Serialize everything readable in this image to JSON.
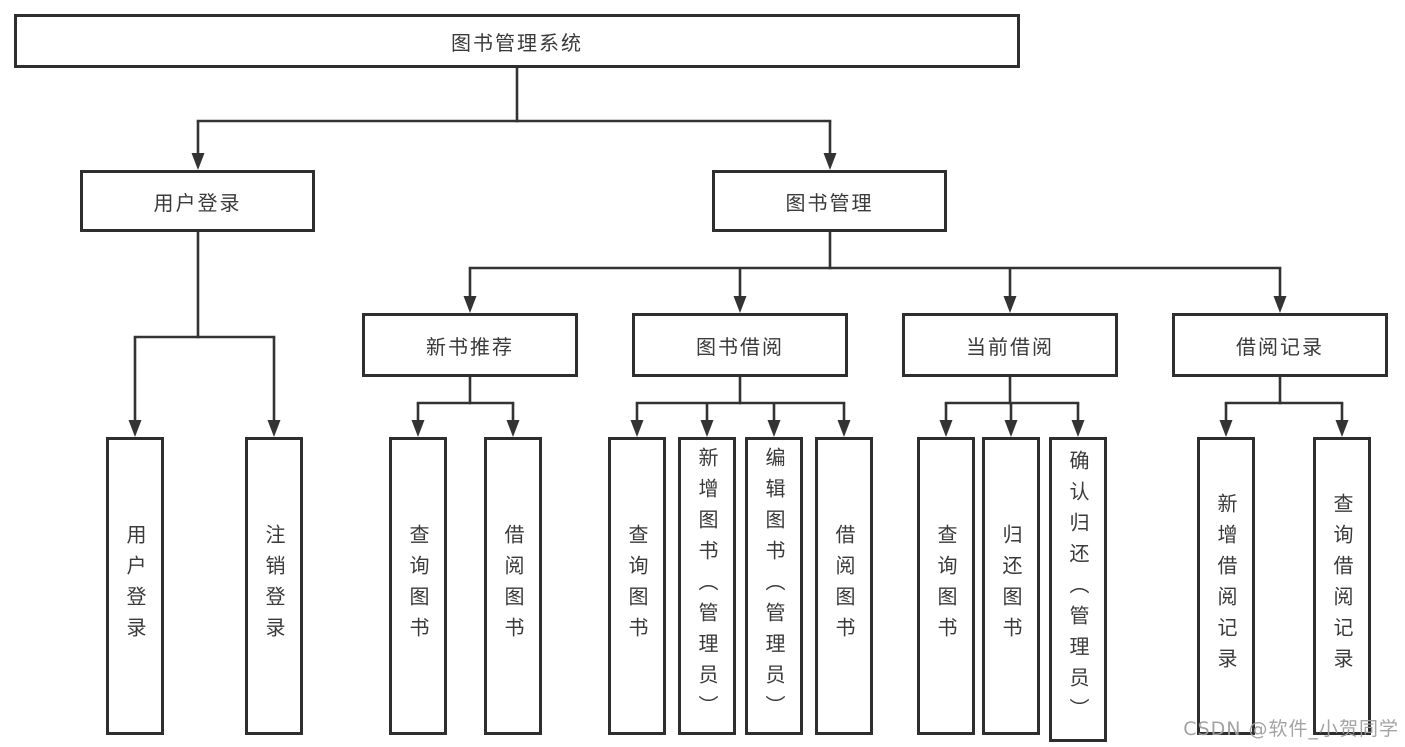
{
  "diagram": {
    "title": "图书管理系统",
    "root": {
      "label": "图书管理系统"
    },
    "level2": [
      {
        "label": "用户登录"
      },
      {
        "label": "图书管理"
      }
    ],
    "level3": [
      {
        "label": "新书推荐"
      },
      {
        "label": "图书借阅"
      },
      {
        "label": "当前借阅"
      },
      {
        "label": "借阅记录"
      }
    ],
    "leaves": {
      "user_login": [
        {
          "label": "用户登录"
        },
        {
          "label": "注销登录"
        }
      ],
      "new_book": [
        {
          "label": "查询图书"
        },
        {
          "label": "借阅图书"
        }
      ],
      "borrow": [
        {
          "label": "查询图书"
        },
        {
          "label": "新增图书（管理员）"
        },
        {
          "label": "编辑图书（管理员）"
        },
        {
          "label": "借阅图书"
        }
      ],
      "current": [
        {
          "label": "查询图书"
        },
        {
          "label": "归还图书"
        },
        {
          "label": "确认归还（管理员）"
        }
      ],
      "records": [
        {
          "label": "新增借阅记录"
        },
        {
          "label": "查询借阅记录"
        }
      ]
    }
  },
  "watermark": {
    "text": "CSDN @软件_小贺同学"
  },
  "colors": {
    "line": "#333333",
    "box_border": "#2e2e2e",
    "text": "#3a3a3a",
    "watermark": "#9e9e9e",
    "background": "#ffffff"
  }
}
